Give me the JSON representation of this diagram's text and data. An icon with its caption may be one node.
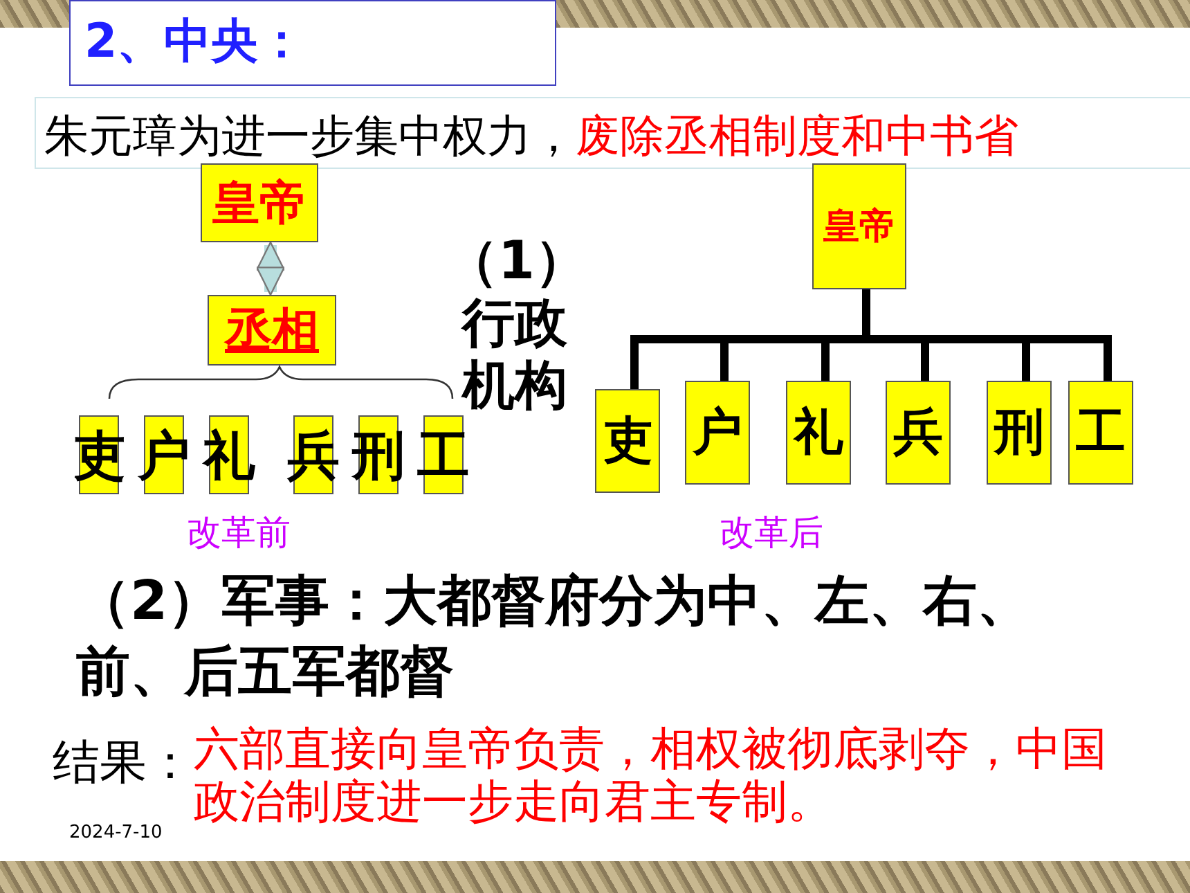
{
  "diagram": {
    "title": "2、中央：",
    "nodes": [
      {
        "text": [
          "皇帝"
        ]
      },
      {
        "text": [
          "丞相"
        ]
      },
      {
        "text": [
          "吏"
        ]
      },
      {
        "text": [
          "户"
        ]
      },
      {
        "text": [
          "礼"
        ]
      },
      {
        "text": [
          "兵"
        ]
      },
      {
        "text": [
          "刑"
        ]
      },
      {
        "text": [
          "工"
        ]
      },
      {
        "text": [
          "皇帝"
        ]
      },
      {
        "text": [
          "吏"
        ]
      },
      {
        "text": [
          "户"
        ]
      },
      {
        "text": [
          "礼"
        ]
      },
      {
        "text": [
          "兵"
        ]
      },
      {
        "text": [
          "刑"
        ]
      },
      {
        "text": [
          "工"
        ]
      }
    ],
    "edges": [
      {
        "from": 0,
        "to": 1,
        "arrow": "both",
        "color": "#b8dede"
      },
      {
        "from": 8,
        "to": 9,
        "arrow": "none"
      },
      {
        "from": 8,
        "to": 10,
        "arrow": "none"
      },
      {
        "from": 8,
        "to": 11,
        "arrow": "none"
      },
      {
        "from": 8,
        "to": 12,
        "arrow": "none"
      },
      {
        "from": 8,
        "to": 13,
        "arrow": "none"
      },
      {
        "from": 8,
        "to": 14,
        "arrow": "none"
      }
    ],
    "labels": [
      "朱元璋为进一步集中权力，",
      "废除丞相制度和中书省",
      "（1）行政机构",
      "改革前",
      "改革后",
      "（2）军事：大都督府分为中、左、右、前、后五军都督",
      "结果：",
      "六部直接向皇帝负责，相权被彻底剥夺，中国政治制度进一步走向君主专制。",
      "2024-7-10"
    ]
  }
}
